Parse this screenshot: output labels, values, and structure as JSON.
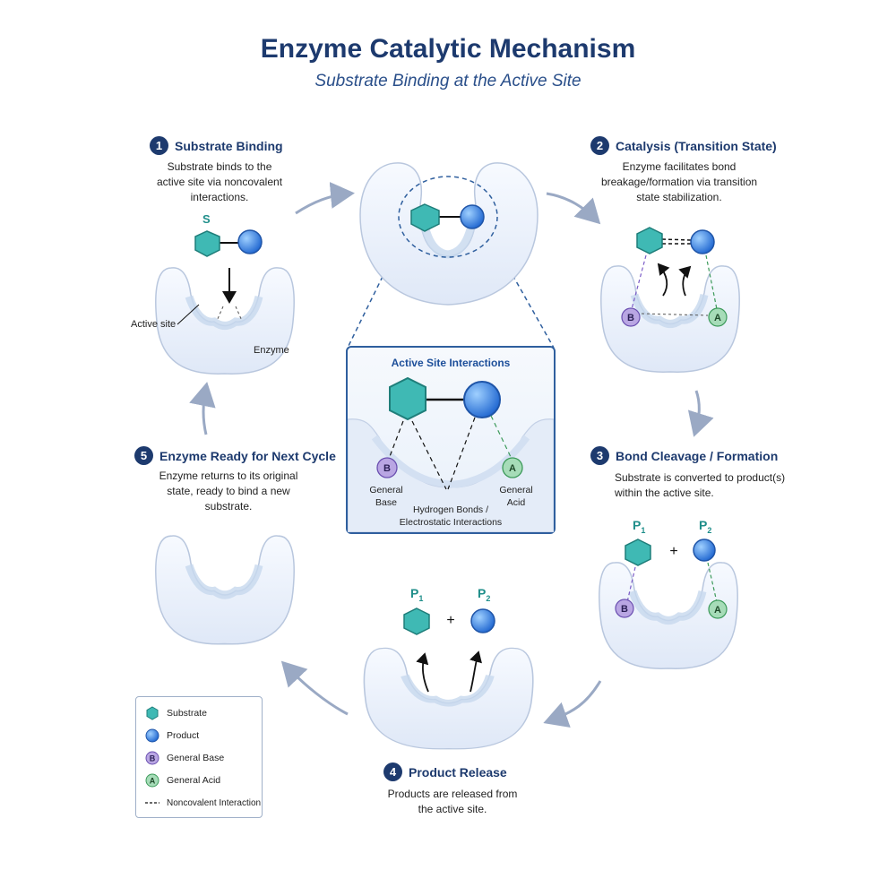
{
  "title": "Enzyme Catalytic Mechanism",
  "subtitle": "Substrate Binding at the Active Site",
  "steps": [
    {
      "num": "1",
      "title": "Substrate Binding",
      "desc": [
        "Substrate binds to the",
        "active site via noncovalent",
        "interactions."
      ]
    },
    {
      "num": "2",
      "title": "Catalysis (Transition State)",
      "desc": [
        "Enzyme facilitates bond",
        "breakage/formation via transition",
        "state stabilization."
      ]
    },
    {
      "num": "3",
      "title": "Bond Cleavage / Formation",
      "desc": [
        "Substrate is converted to product(s)",
        "within the active site."
      ]
    },
    {
      "num": "4",
      "title": "Product Release",
      "desc": [
        "Products are released from",
        "the active site."
      ]
    },
    {
      "num": "5",
      "title": "Enzyme Ready for Next Cycle",
      "desc": [
        "Enzyme returns to its original",
        "state, ready to bind a new",
        "substrate."
      ]
    }
  ],
  "labels": {
    "substrate": "S",
    "active_site": "Active site",
    "enzyme": "Enzyme",
    "p1": "P",
    "p2": "P",
    "p1_sub": "1",
    "p2_sub": "2",
    "plus": "+",
    "base_letter": "B",
    "acid_letter": "A"
  },
  "zoom": {
    "title": "Active Site Interactions",
    "general_base": [
      "General",
      "Base"
    ],
    "general_acid": [
      "General",
      "Acid"
    ],
    "interactions": [
      "Hydrogen Bonds /",
      "Electrostatic Interactions"
    ]
  },
  "legend": {
    "substrate": "Substrate",
    "product": "Product",
    "general_base": "General Base",
    "general_acid": "General Acid",
    "noncovalent": "Noncovalent Interaction"
  },
  "colors": {
    "title": "#1d3a6e",
    "substrate": "#3fb9b4",
    "product": "#2f80e0",
    "base": "#b9a6e3",
    "acid": "#a6dcb8",
    "enzyme": "#e9f0fb",
    "arrow": "#9aa9c4"
  }
}
